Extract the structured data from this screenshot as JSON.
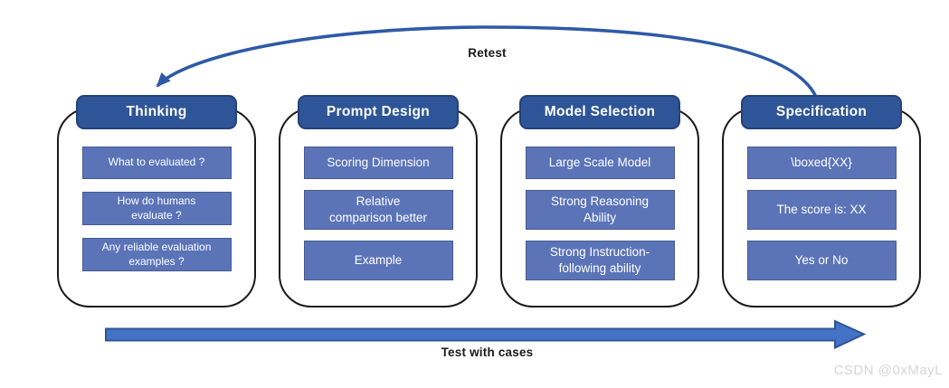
{
  "figure": {
    "retest_label": "Retest",
    "test_label": "Test with cases",
    "watermark": "CSDN @0xMayL"
  },
  "columns": [
    {
      "title": "Thinking",
      "items": [
        "What to evaluated ?",
        "How do humans\nevaluate ?",
        "Any reliable evaluation\nexamples ?"
      ]
    },
    {
      "title": "Prompt Design",
      "items": [
        "Scoring Dimension",
        "Relative\ncomparison better",
        "Example"
      ]
    },
    {
      "title": "Model Selection",
      "items": [
        "Large Scale Model",
        "Strong Reasoning\nAbility",
        "Strong Instruction-\nfollowing ability"
      ]
    },
    {
      "title": "Specification",
      "items": [
        "\\boxed{XX}",
        "The score is: XX",
        "Yes or No"
      ]
    }
  ],
  "colors": {
    "header_fill": "#2E5597",
    "header_border": "#24417B",
    "item_fill": "#5B74B8",
    "item_border": "#47598F",
    "arc_stroke": "#2E5AA6",
    "arrow_fill": "#4472C4",
    "arrow_stroke": "#2F5597",
    "container_border": "#1A1A1A",
    "label_color": "#1A1A1A",
    "watermark_color": "#D5D5D5"
  }
}
